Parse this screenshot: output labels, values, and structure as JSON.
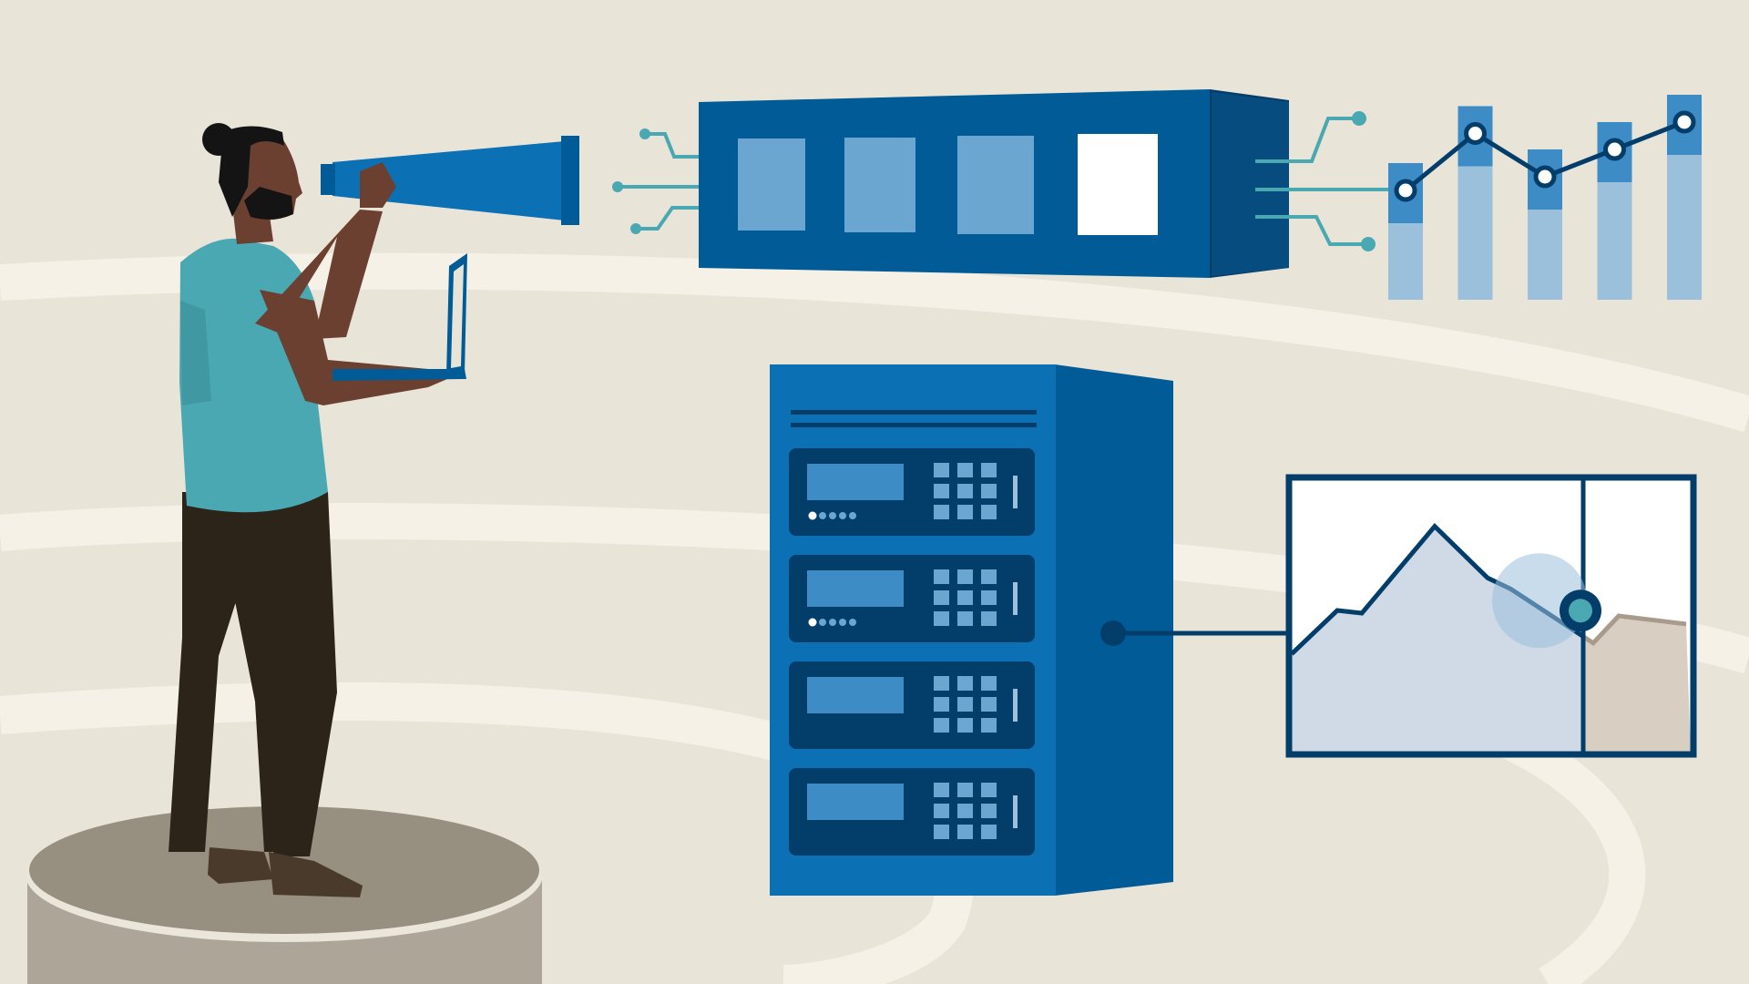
{
  "palette": {
    "background": "#e9e4d8",
    "arc_light": "#f6f1e6",
    "pedestal_top": "#978f80",
    "pedestal_side": "#ada597",
    "pedestal_rim": "#ebe6da",
    "blue_dark": "#033d6a",
    "blue_mid": "#005b96",
    "blue_bright": "#0b70b4",
    "blue_panel": "#6aa6cf",
    "blue_pale": "#9bc0dc",
    "teal": "#4aa8b2",
    "skin": "#6b4030",
    "hair": "#141414",
    "pants": "#2d2419",
    "shoe": "#4a3a2c",
    "chart_fill": "#cfdae6",
    "chart_fill_grey": "#d8cfc2"
  },
  "icons": {
    "person": "person-with-spyglass-icon",
    "spyglass": "spyglass-icon",
    "laptop": "laptop-icon",
    "pipeline": "data-pipeline-icon",
    "server": "server-rack-icon",
    "bar_chart": "bar-line-chart-icon",
    "line_chart": "line-chart-monitor-icon"
  },
  "pipeline": {
    "windows_filled": [
      false,
      false,
      false,
      true
    ]
  },
  "server_rack": {
    "unit_count": 4,
    "units_with_leds": [
      true,
      true,
      false,
      false
    ]
  },
  "bar_chart": {
    "bars": [
      0.6,
      0.85,
      0.66,
      0.78,
      0.9
    ],
    "line_points": [
      0.6,
      0.85,
      0.66,
      0.78,
      0.9
    ]
  },
  "line_chart": {
    "values": [
      0.36,
      0.52,
      0.51,
      0.83,
      0.64,
      0.6,
      0.4,
      0.5,
      0.47
    ],
    "highlight_index": 5
  }
}
